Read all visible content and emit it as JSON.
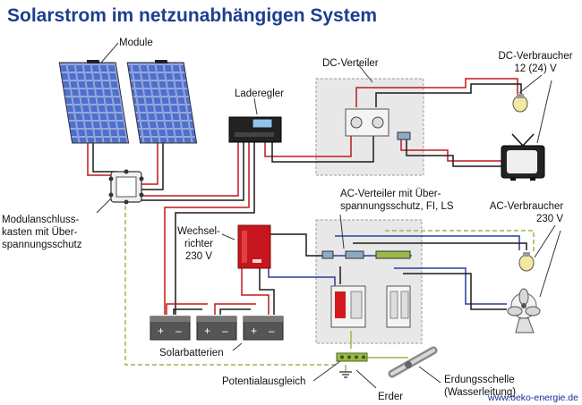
{
  "title": "Solarstrom im netzunabhängigen System",
  "labels": {
    "module": "Module",
    "laderegler": "Laderegler",
    "dc_verteiler": "DC-Verteiler",
    "dc_verbraucher_1": "DC-Verbraucher",
    "dc_verbraucher_2": "12 (24) V",
    "modulanschluss_1": "Modulanschluss-",
    "modulanschluss_2": "kasten mit Über-",
    "modulanschluss_3": "spannungsschutz",
    "ac_verteiler_1": "AC-Verteiler mit Über-",
    "ac_verteiler_2": "spannungsschutz, FI, LS",
    "ac_verbraucher_1": "AC-Verbraucher",
    "ac_verbraucher_2": "230 V",
    "wechselrichter_1": "Wechsel-",
    "wechselrichter_2": "richter",
    "wechselrichter_3": "230 V",
    "solarbatterien": "Solarbatterien",
    "potentialausgleich": "Potentialausgleich",
    "erder": "Erder",
    "erdungsschelle_1": "Erdungsschelle",
    "erdungsschelle_2": "(Wasserleitung)",
    "battery_terminal_plus": "+",
    "battery_terminal_minus": "–"
  },
  "footer": "www.oeko-energie.de",
  "colors": {
    "title": "#1c3f8f",
    "wire_red": "#c0181c",
    "wire_black": "#1a1a1a",
    "wire_blue": "#2a3f9a",
    "wire_ground": "#9ab84a",
    "panel_blue": "#3a57b0",
    "distributor_bg": "#e6e6e6",
    "inverter_red": "#c4161c"
  }
}
